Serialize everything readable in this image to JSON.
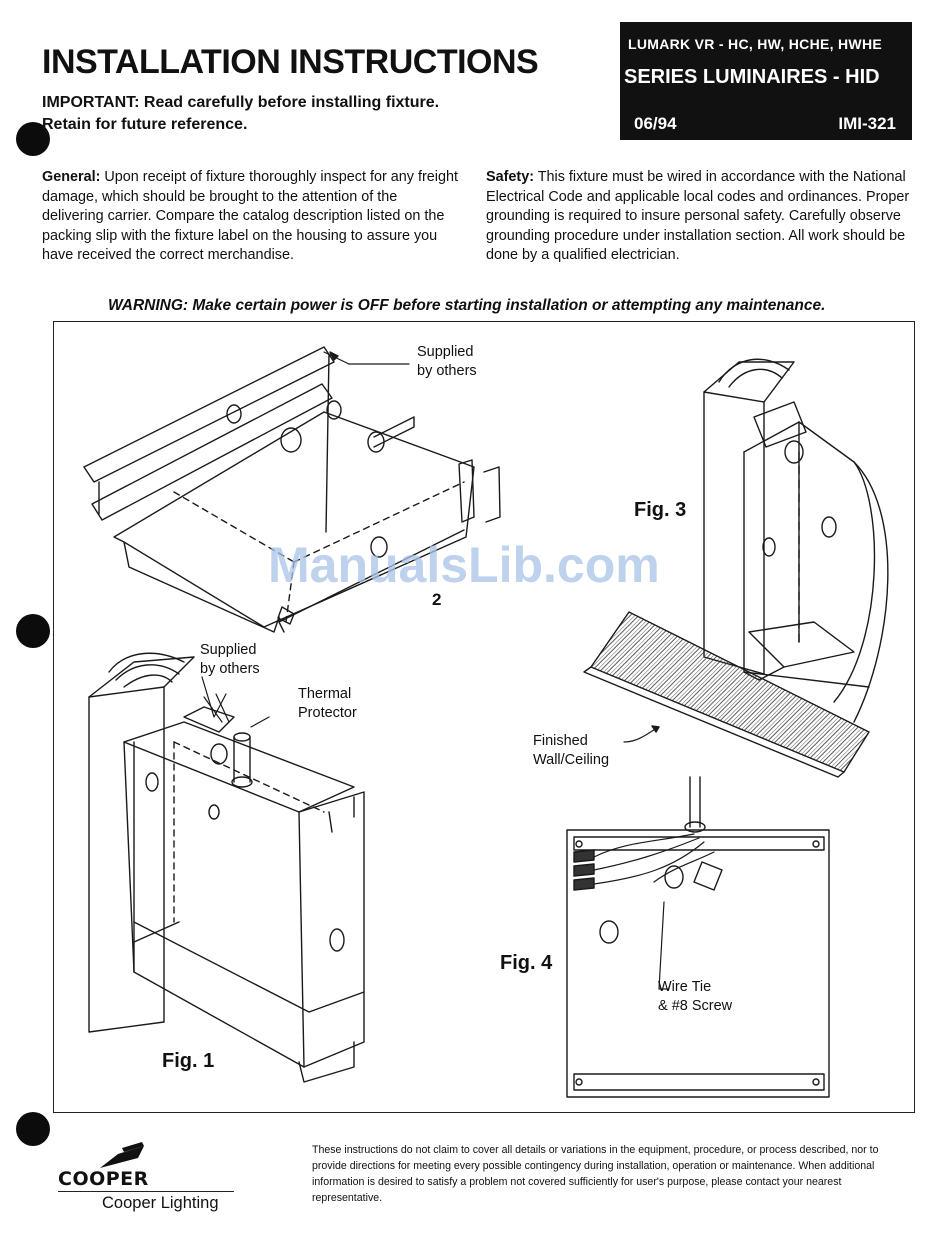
{
  "header": {
    "title": "INSTALLATION INSTRUCTIONS",
    "important_line1": "IMPORTANT: Read carefully before installing fixture.",
    "important_line2": "Retain for future reference."
  },
  "product_box": {
    "line1": "LUMARK VR - HC, HW, HCHE, HWHE",
    "line2": "SERIES LUMINAIRES - HID",
    "date": "06/94",
    "doc_number": "IMI-321"
  },
  "general": {
    "heading": "General:",
    "body": "Upon receipt of fixture thoroughly inspect for any freight damage, which should be brought to the attention of the delivering carrier. Compare the catalog description listed on the packing slip with the fixture label on the housing to assure you have received the correct merchandise."
  },
  "safety": {
    "heading": "Safety:",
    "body": "This fixture must be wired in accordance with the National Electrical Code and applicable local codes and ordinances. Proper grounding is required to insure personal safety. Carefully observe grounding procedure under installation section. All work should be done by a qualified electrician."
  },
  "warning": "WARNING: Make certain power is OFF before starting installation or attempting any maintenance.",
  "figures": {
    "fig2_callout_line1": "Supplied",
    "fig2_callout_line2": "by others",
    "fig2_number": "2",
    "fig1_callout_line1": "Supplied",
    "fig1_callout_line2": "by others",
    "thermal_line1": "Thermal",
    "thermal_line2": "Protector",
    "fig1_label": "Fig. 1",
    "fig3_label": "Fig. 3",
    "finished_line1": "Finished",
    "finished_line2": "Wall/Ceiling",
    "fig4_label": "Fig. 4",
    "wire_tie_line1": "Wire Tie",
    "wire_tie_line2": "& #8 Screw"
  },
  "watermark": "ManualsLib.com",
  "footer": {
    "disclaimer": "These instructions do not claim to cover all details or variations in the equipment, procedure, or process described, nor to provide directions for meeting every possible contingency during installation, operation or maintenance. When additional information is desired to satisfy a problem not covered sufficiently for user's purpose, please contact your nearest representative.",
    "logo_word": "COOPER",
    "company": "Cooper Lighting"
  }
}
